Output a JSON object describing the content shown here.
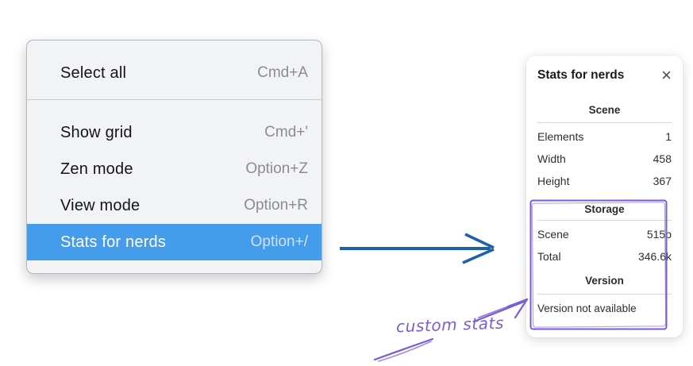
{
  "colors": {
    "menu_highlight": "#459ceb",
    "arrow_blue": "#1e61a9",
    "annotation_purple": "#7a5cd6"
  },
  "menu": {
    "items": [
      {
        "label": "Select all",
        "shortcut": "Cmd+A",
        "highlighted": false
      },
      {
        "label": "Show grid",
        "shortcut": "Cmd+'",
        "highlighted": false
      },
      {
        "label": "Zen mode",
        "shortcut": "Option+Z",
        "highlighted": false
      },
      {
        "label": "View mode",
        "shortcut": "Option+R",
        "highlighted": false
      },
      {
        "label": "Stats for nerds",
        "shortcut": "Option+/",
        "highlighted": true
      }
    ]
  },
  "stats": {
    "title": "Stats for nerds",
    "close_glyph": "×",
    "sections": [
      {
        "header": "Scene",
        "rows": [
          {
            "label": "Elements",
            "value": "1"
          },
          {
            "label": "Width",
            "value": "458"
          },
          {
            "label": "Height",
            "value": "367"
          }
        ]
      },
      {
        "header": "Storage",
        "rows": [
          {
            "label": "Scene",
            "value": "515b"
          },
          {
            "label": "Total",
            "value": "346.6k"
          }
        ]
      },
      {
        "header": "Version",
        "note": "Version not available"
      }
    ]
  },
  "annotations": {
    "label": "custom stats"
  }
}
